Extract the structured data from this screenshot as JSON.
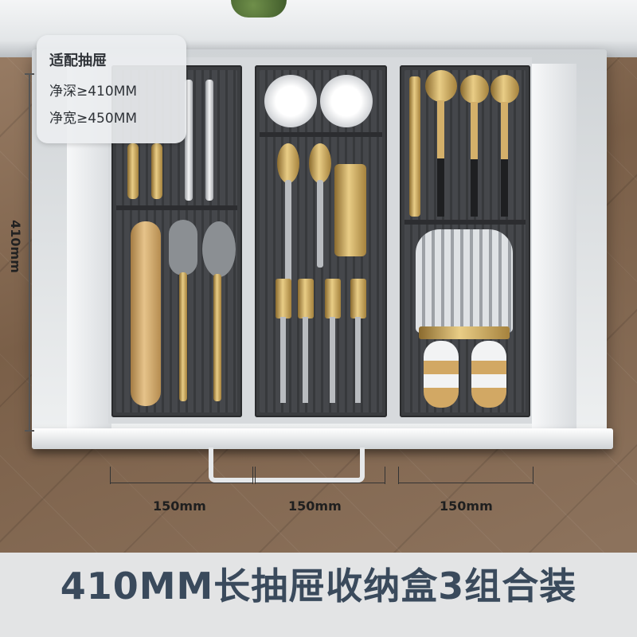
{
  "info_box": {
    "title": "适配抽屉",
    "depth": "净深≥410MM",
    "width": "净宽≥450MM"
  },
  "dimensions": {
    "height_label": "410mm",
    "width_labels": [
      "150mm",
      "150mm",
      "150mm"
    ]
  },
  "headline": "410MM长抽屉收纳盒3组合装",
  "colors": {
    "tray": "#3b3d40",
    "gold": "#d4b06a",
    "headline": "#3a4a5c",
    "banner": "#e3e4e5"
  }
}
